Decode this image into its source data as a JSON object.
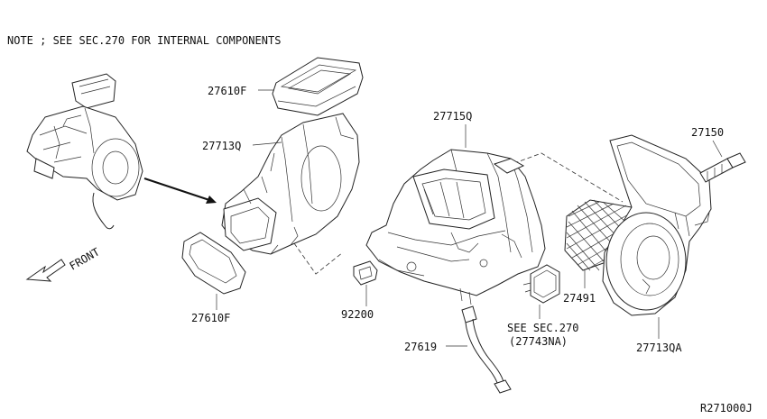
{
  "note": "NOTE ; SEE SEC.270 FOR INTERNAL COMPONENTS",
  "front_label": "FRONT",
  "diagram_code": "R271000J",
  "part_labels": {
    "duct_top": "27610F",
    "blower_case_left": "27713Q",
    "heater_unit": "27715Q",
    "resistor": "27150",
    "duct_bottom": "27610F",
    "bracket": "92200",
    "filter": "27491",
    "drain_hose": "27619",
    "see_sec": "SEE SEC.270",
    "see_sec_part": "(27743NA)",
    "blower_case_right": "27713QA"
  }
}
